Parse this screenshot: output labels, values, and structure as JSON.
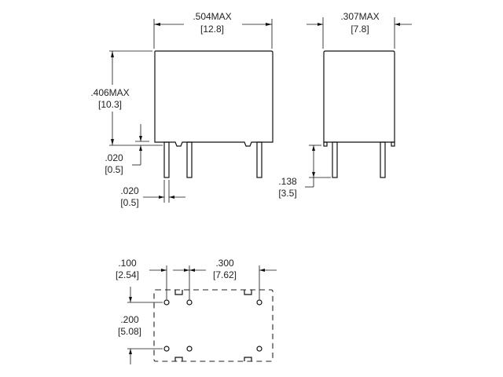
{
  "front_view": {
    "width_dim": {
      "inch": ".504MAX",
      "mm": "[12.8]"
    },
    "height_dim": {
      "inch": ".406MAX",
      "mm": "[10.3]"
    },
    "standoff_dim": {
      "inch": ".020",
      "mm": "[0.5]"
    },
    "pin_width_dim": {
      "inch": ".020",
      "mm": "[0.5]"
    }
  },
  "side_view": {
    "width_dim": {
      "inch": ".307MAX",
      "mm": "[7.8]"
    },
    "pin_length_dim": {
      "inch": ".138",
      "mm": "[3.5]"
    }
  },
  "bottom_view": {
    "pitch_small_dim": {
      "inch": ".100",
      "mm": "[2.54]"
    },
    "pitch_large_dim": {
      "inch": ".300",
      "mm": "[7.62]"
    },
    "row_spacing_dim": {
      "inch": ".200",
      "mm": "[5.08]"
    }
  }
}
